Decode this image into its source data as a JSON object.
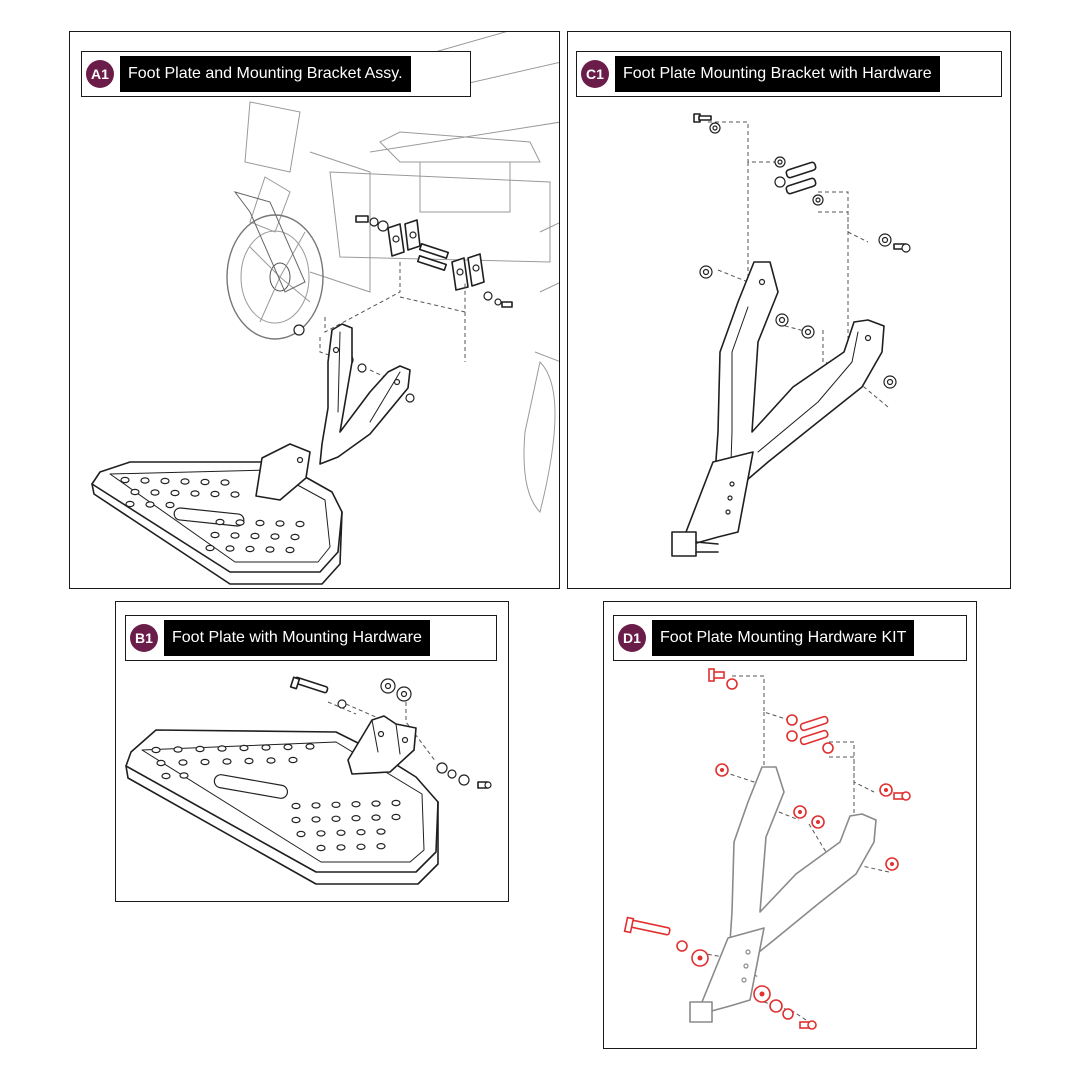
{
  "panels": {
    "a1": {
      "badge": "A1",
      "title": "Foot Plate and Mounting Bracket Assy."
    },
    "c1": {
      "badge": "C1",
      "title": "Foot Plate Mounting Bracket with Hardware"
    },
    "b1": {
      "badge": "B1",
      "title": "Foot Plate with Mounting Hardware"
    },
    "d1": {
      "badge": "D1",
      "title": "Foot Plate Mounting Hardware KIT"
    }
  },
  "colors": {
    "badge": "#6b1d4a",
    "label_bg": "#000000",
    "kit_highlight": "#e03030"
  }
}
